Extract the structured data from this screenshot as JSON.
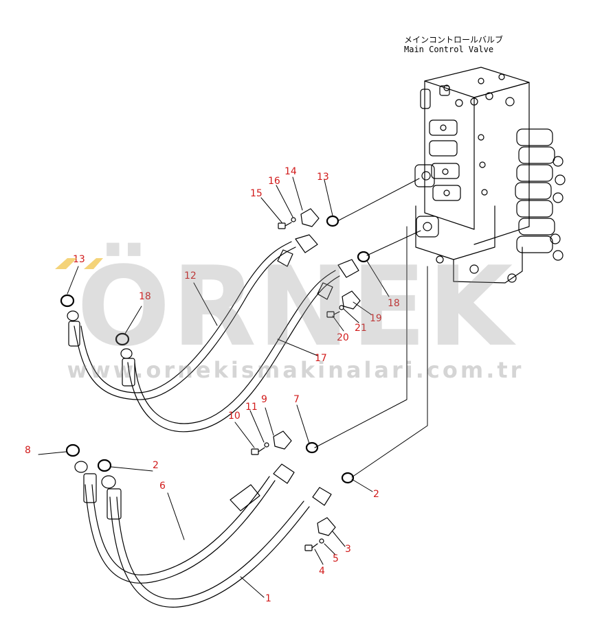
{
  "diagram": {
    "valve_label_jp": "メインコントロールバルブ",
    "valve_label_en": "Main Control Valve"
  },
  "watermark": {
    "brand": "ÖRNEK",
    "url": "www.ornekismakinalari.com.tr",
    "accent_color": "#f0c040"
  },
  "callouts": [
    {
      "id": "c1",
      "label": "1"
    },
    {
      "id": "c2a",
      "label": "2"
    },
    {
      "id": "c2b",
      "label": "2"
    },
    {
      "id": "c3",
      "label": "3"
    },
    {
      "id": "c4",
      "label": "4"
    },
    {
      "id": "c5",
      "label": "5"
    },
    {
      "id": "c6",
      "label": "6"
    },
    {
      "id": "c7",
      "label": "7"
    },
    {
      "id": "c8",
      "label": "8"
    },
    {
      "id": "c9",
      "label": "9"
    },
    {
      "id": "c10",
      "label": "10"
    },
    {
      "id": "c11",
      "label": "11"
    },
    {
      "id": "c12",
      "label": "12"
    },
    {
      "id": "c13a",
      "label": "13"
    },
    {
      "id": "c13b",
      "label": "13"
    },
    {
      "id": "c14",
      "label": "14"
    },
    {
      "id": "c15",
      "label": "15"
    },
    {
      "id": "c16",
      "label": "16"
    },
    {
      "id": "c17",
      "label": "17"
    },
    {
      "id": "c18a",
      "label": "18"
    },
    {
      "id": "c18b",
      "label": "18"
    },
    {
      "id": "c19",
      "label": "19"
    },
    {
      "id": "c20",
      "label": "20"
    },
    {
      "id": "c21",
      "label": "21"
    }
  ],
  "colors": {
    "callout": "#d11a1a",
    "line": "#000000",
    "watermark": "#8a8a8a"
  }
}
